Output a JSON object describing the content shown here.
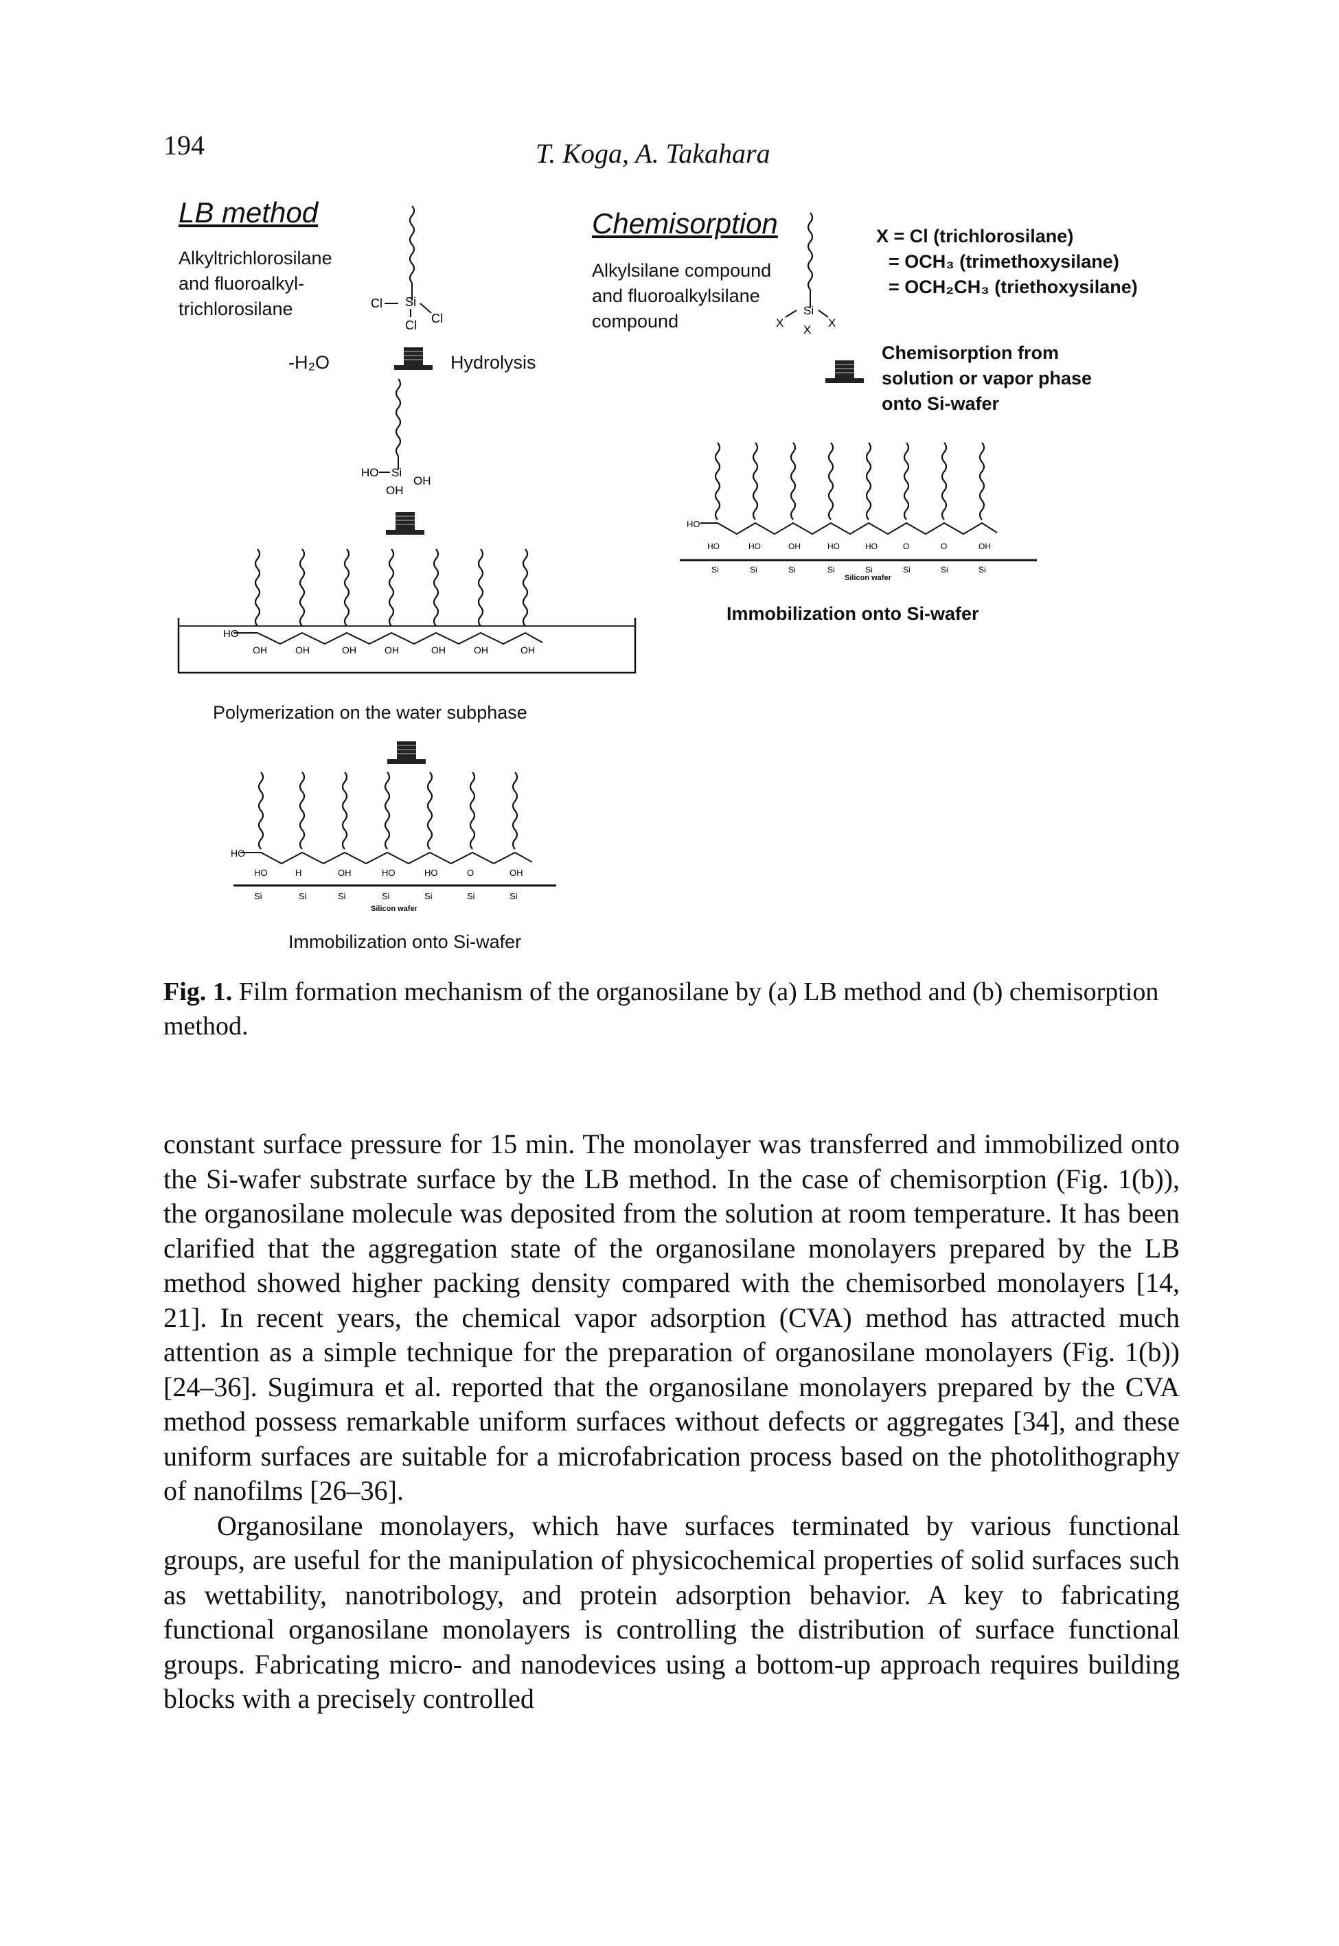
{
  "header": {
    "page_number": "194",
    "running_head": "T. Koga, A. Takahara"
  },
  "figure": {
    "lb": {
      "title": "LB method",
      "reagent_lines": [
        "Alkyltrichlorosilane",
        "and fluoroalkyl-",
        "trichlorosilane"
      ],
      "water_loss": "-H₂O",
      "step_hydrolysis": "Hydrolysis",
      "step_polymerization": "Polymerization on the water subphase",
      "step_immobilization": "Immobilization onto Si-wafer",
      "wafer_label": "Silicon wafer"
    },
    "chem": {
      "title": "Chemisorption",
      "reagent_lines": [
        "Alkylsilane compound",
        "and fluoroalkylsilane",
        "compound"
      ],
      "x_defs": [
        "X = Cl (trichlorosilane)",
        "= OCH₃ (trimethoxysilane)",
        "= OCH₂CH₃ (triethoxysilane)"
      ],
      "step_lines": [
        "Chemisorption from",
        "solution or vapor phase",
        "onto Si-wafer"
      ],
      "step_immobilization": "Immobilization onto Si-wafer",
      "wafer_label": "Silicon wafer"
    }
  },
  "caption": {
    "label": "Fig. 1.",
    "text": " Film formation mechanism of the organosilane by (a) LB method and (b) chemisorption method."
  },
  "body": {
    "paragraph_1": "constant surface pressure for 15 min. The monolayer was transferred and immobilized onto the Si-wafer substrate surface by the LB method. In the case of chemisorption (Fig. 1(b)), the organosilane molecule was deposited from the solution at room temperature. It has been clarified that the aggregation state of the organosilane monolayers prepared by the LB method showed higher packing density compared with the chemisorbed monolayers [14, 21]. In recent years, the chemical vapor adsorption (CVA) method has attracted much attention as a simple technique for the preparation of organosilane monolayers (Fig. 1(b)) [24–36]. Sugimura et al. reported that the organosilane monolayers prepared by the CVA method possess remarkable uniform surfaces without defects or aggregates [34], and these uniform surfaces are suitable for a microfabrication process based on the photolithography of nanofilms [26–36].",
    "paragraph_2": "Organosilane monolayers, which have surfaces terminated by various functional groups, are useful for the manipulation of physicochemical properties of solid surfaces such as wettability, nanotribology, and protein adsorption behavior. A key to fabricating functional organosilane monolayers is controlling the distribution of surface functional groups. Fabricating micro- and nanodevices using a bottom-up approach requires building blocks with a precisely controlled"
  }
}
